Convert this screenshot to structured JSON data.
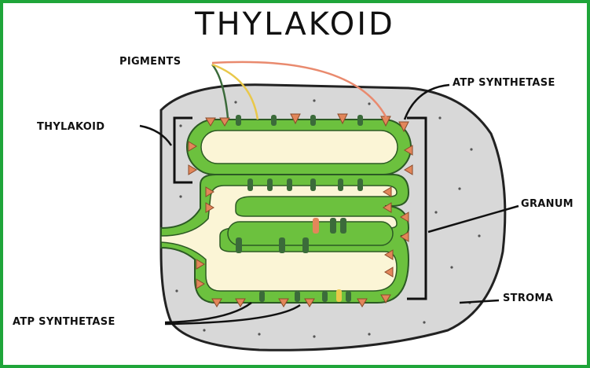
{
  "title": "THYLAKOID",
  "labels": {
    "pigments": "PIGMENTS",
    "thylakoid": "THYLAKOID",
    "atp_synthetase_top": "ATP SYNTHETASE",
    "granum": "GRANUM",
    "stroma": "STROMA",
    "atp_synthetase_bottom": "ATP SYNTHETASE"
  },
  "colors": {
    "frame": "#1fa53a",
    "stroma": "#d9d9d9",
    "membrane": "#6cc13e",
    "lumen": "#fbf5d6",
    "atp_synthase": "#e2865a",
    "pigment_dark": "#3b6b3a",
    "pigment_yellow": "#e9c84a",
    "pigment_red": "#e98a6e"
  }
}
